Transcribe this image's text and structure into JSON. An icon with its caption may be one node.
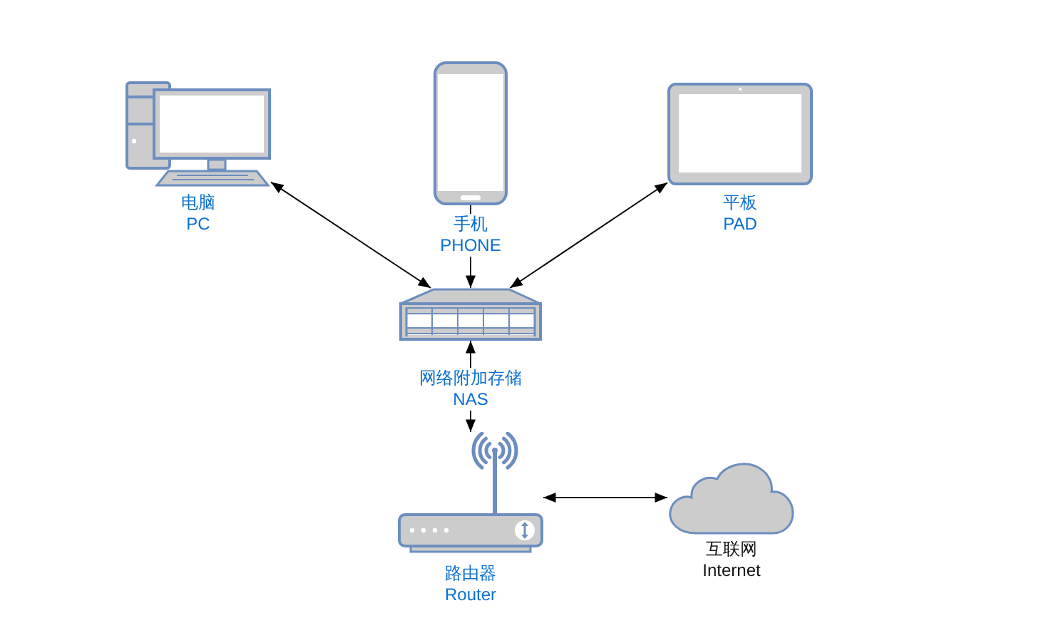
{
  "diagram": {
    "nodes": [
      {
        "text": [],
        "shape": "picture",
        "beside": [
          "电脑",
          "PC"
        ]
      },
      {
        "text": [],
        "shape": "picture",
        "beside": [
          "手机",
          "PHONE"
        ]
      },
      {
        "text": [],
        "shape": "picture",
        "beside": [
          "平板",
          "PAD"
        ]
      },
      {
        "text": [],
        "shape": "picture",
        "beside": [
          "网络附加存储",
          "NAS"
        ]
      },
      {
        "text": [],
        "shape": "picture",
        "beside": [
          "路由器",
          "Router"
        ]
      },
      {
        "text": [],
        "shape": "cloud",
        "beside": [
          "互联网",
          "Internet"
        ]
      }
    ],
    "edges": [
      {
        "from": 0,
        "to": 3,
        "arrow": "both"
      },
      {
        "from": 1,
        "to": 3,
        "arrow": "to"
      },
      {
        "from": 2,
        "to": 3,
        "arrow": "both"
      },
      {
        "from": 3,
        "to": 4,
        "arrow": "both"
      },
      {
        "from": 4,
        "to": 5,
        "arrow": "both"
      }
    ]
  }
}
